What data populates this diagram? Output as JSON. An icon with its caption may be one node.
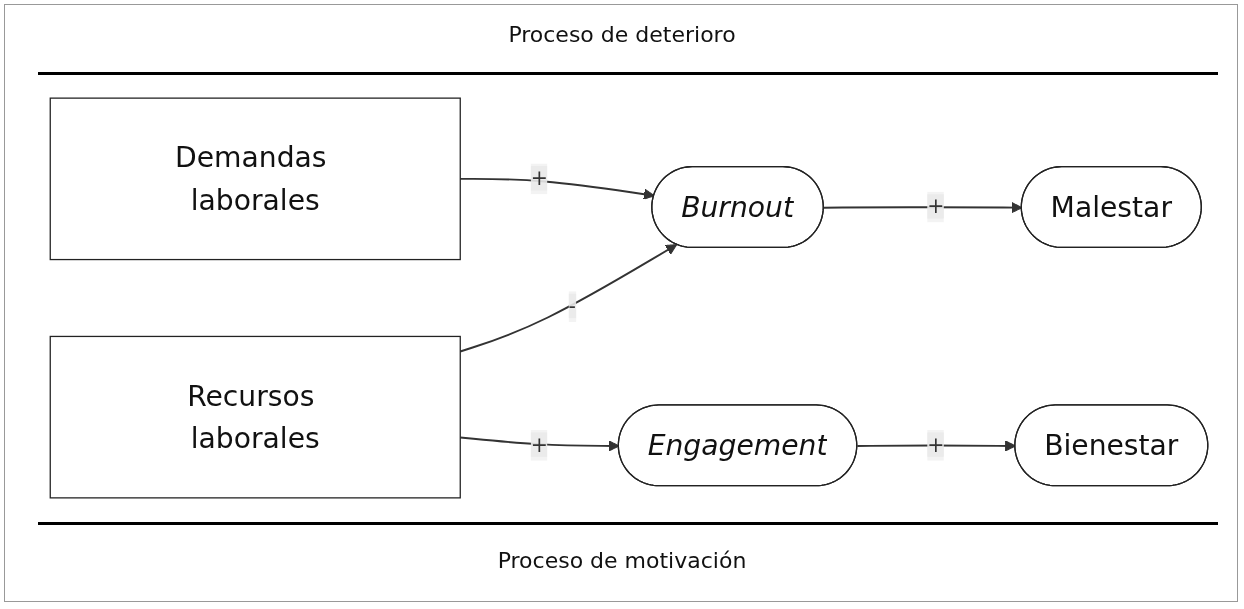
{
  "diagram": {
    "nodes": [
      {
        "text": [
          "Demandas laborales"
        ]
      },
      {
        "text": [
          "Burnout"
        ]
      },
      {
        "text": [
          "Malestar"
        ]
      },
      {
        "text": [
          "Recursos laborales"
        ]
      },
      {
        "text": [
          "Engagement"
        ]
      },
      {
        "text": [
          "Bienestar"
        ]
      }
    ],
    "edges": [
      {
        "from": 0,
        "to": 1,
        "arrow": "to",
        "label": "+"
      },
      {
        "from": 1,
        "to": 2,
        "arrow": "to",
        "label": "+"
      },
      {
        "from": 3,
        "to": 1,
        "arrow": "to",
        "label": "-"
      },
      {
        "from": 3,
        "to": 4,
        "arrow": "to",
        "label": "+"
      },
      {
        "from": 4,
        "to": 5,
        "arrow": "to",
        "label": "+"
      }
    ],
    "labels": [
      "Proceso de deterioro",
      "Proceso de motivación"
    ]
  }
}
